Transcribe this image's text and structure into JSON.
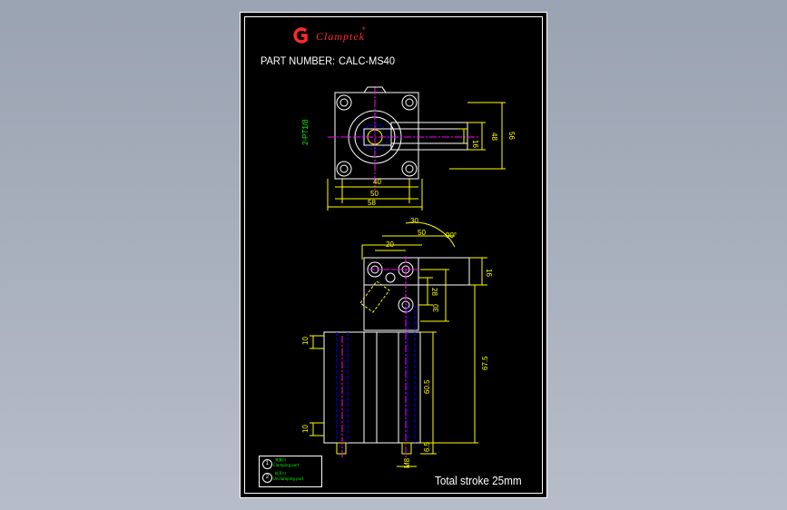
{
  "brand": {
    "name": "Clamptek",
    "star": "*"
  },
  "header": {
    "part_number_label": "PART NUMBER:",
    "part_number_value": "CALC-MS40"
  },
  "note": "Total stroke 25mm",
  "top_view_dims": {
    "d40": "40",
    "d50": "50",
    "d58": "58",
    "d16": "16",
    "d48": "48",
    "d56": "56",
    "port": "2-PT1/8"
  },
  "side_view_dims": {
    "d30": "30",
    "d50": "50",
    "d20": "20",
    "angle": "90°",
    "d16": "16",
    "d28": "28",
    "d30b": "30",
    "d67_5": "67.5",
    "d60_5": "60.5",
    "d10a": "10",
    "d10b": "10",
    "d6_5": "6.5",
    "dM8": "M8"
  },
  "legend": [
    {
      "num": "1",
      "cn": "夹紧口",
      "en": "Clamping port"
    },
    {
      "num": "2",
      "cn": "松开口",
      "en": "Unclamping port"
    }
  ],
  "colors": {
    "background": "#000000",
    "outline": "#ffffff",
    "dimension": "#ffff00",
    "hidden": "#0000ff",
    "center": "#ff00ff",
    "brand": "#ff2a2a",
    "port_text": "#00ff00"
  }
}
